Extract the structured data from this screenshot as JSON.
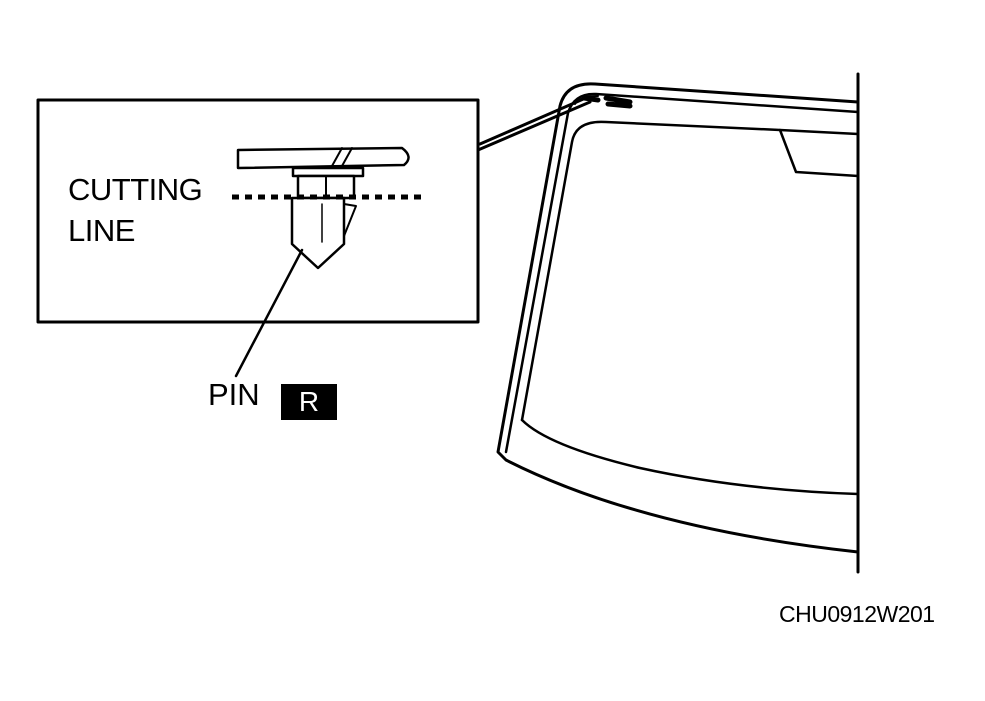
{
  "labels": {
    "cutting": "CUTTING",
    "line": "LINE",
    "pin": "PIN",
    "pin_badge": "R",
    "figure_code": "CHU0912W201"
  }
}
